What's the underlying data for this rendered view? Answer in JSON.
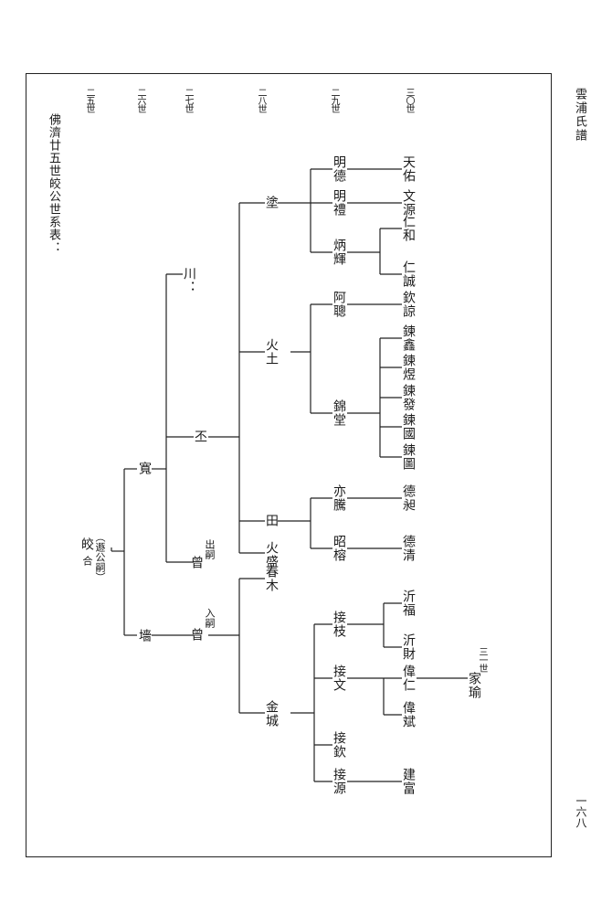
{
  "header": {
    "book_title": "雲浦氏譜",
    "page_number": "一六八"
  },
  "table_title": "佛濟廿五世皎公世系表：",
  "generations": [
    "二五世",
    "二六世",
    "二七世",
    "二八世",
    "二九世",
    "三〇世",
    "三一世"
  ],
  "persons": {
    "root": {
      "name": "皎",
      "annotation": "（遯公嗣）",
      "extra": "合"
    },
    "kuan": "寬",
    "qiang": "墻",
    "chuan": "川：",
    "pi": "丕",
    "zeng_chu_si": {
      "name": "曾",
      "annotation": "出嗣"
    },
    "zeng_ru_si": {
      "name": "曾",
      "annotation": "入嗣"
    },
    "tu": "塗",
    "huo_tu": "火土",
    "tian": "田",
    "huo_sheng": "火盛",
    "chun_mu": "春木",
    "jin_cheng": "金城",
    "ming_de": "明德",
    "ming_li": "明禮",
    "bing_hui": "炳輝",
    "a_cong": "阿聰",
    "jin_tang": "錦堂",
    "yi_teng": "亦騰",
    "zhao_rong": "昭榕",
    "jie_zhi": "接枝",
    "jie_wen": "接文",
    "jie_qin": "接欽",
    "jie_yuan": "接源",
    "tian_you": "天佑",
    "wen_yuan": "文源",
    "ren_he": "仁和",
    "ren_cheng": "仁誠",
    "qin_liang": "欽諒",
    "lian_xin": "鍊鑫",
    "lian_yu": "鍊煜",
    "lian_fa": "鍊發",
    "lian_guo": "鍊國",
    "lian_tu": "鍊圖",
    "de_chang": "德昶",
    "de_qing": "德清",
    "yi_fu": "沂福",
    "yi_cai": "沂財",
    "wei_ren": "偉仁",
    "wei_bin": "偉斌",
    "jian_fu": "建富",
    "jia_yu": "家瑜"
  }
}
